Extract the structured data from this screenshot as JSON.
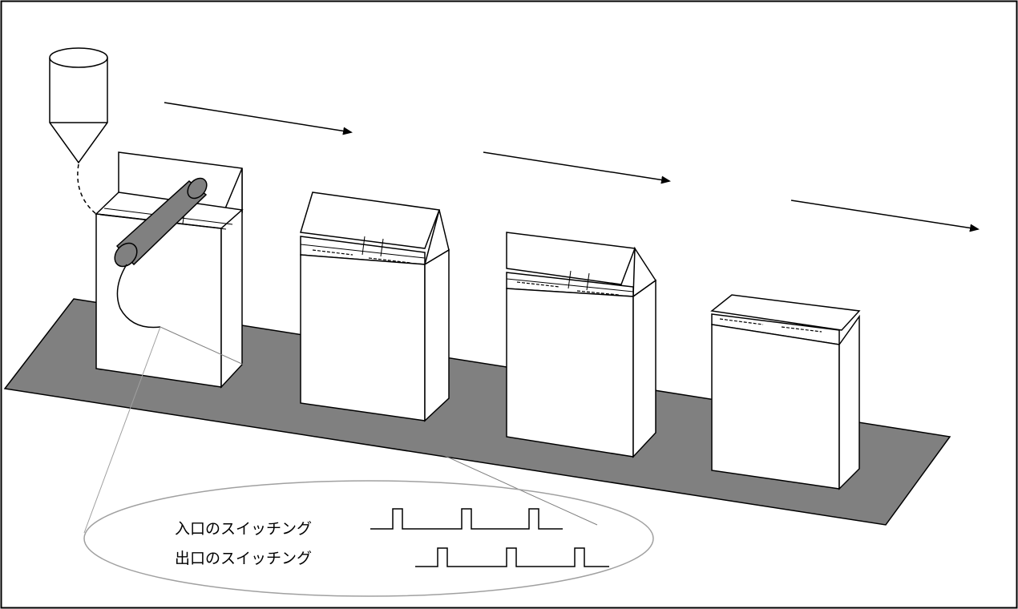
{
  "labels": {
    "inlet_switching": "入口のスイッチング",
    "outlet_switching": "出口のスイッチング"
  },
  "colors": {
    "conveyor": "#808080",
    "sensor": "#808080",
    "line": "#000000",
    "box_fill": "#ffffff",
    "callout_ellipse": "#b0b0b0"
  },
  "boxes": [
    {
      "name": "box-1",
      "state": "being-glued, flaps open"
    },
    {
      "name": "box-2",
      "state": "top flaps open"
    },
    {
      "name": "box-3",
      "state": "top flaps open"
    },
    {
      "name": "box-4",
      "state": "top closed"
    }
  ],
  "signals": {
    "inlet_pulses": 3,
    "outlet_pulses": 3
  }
}
